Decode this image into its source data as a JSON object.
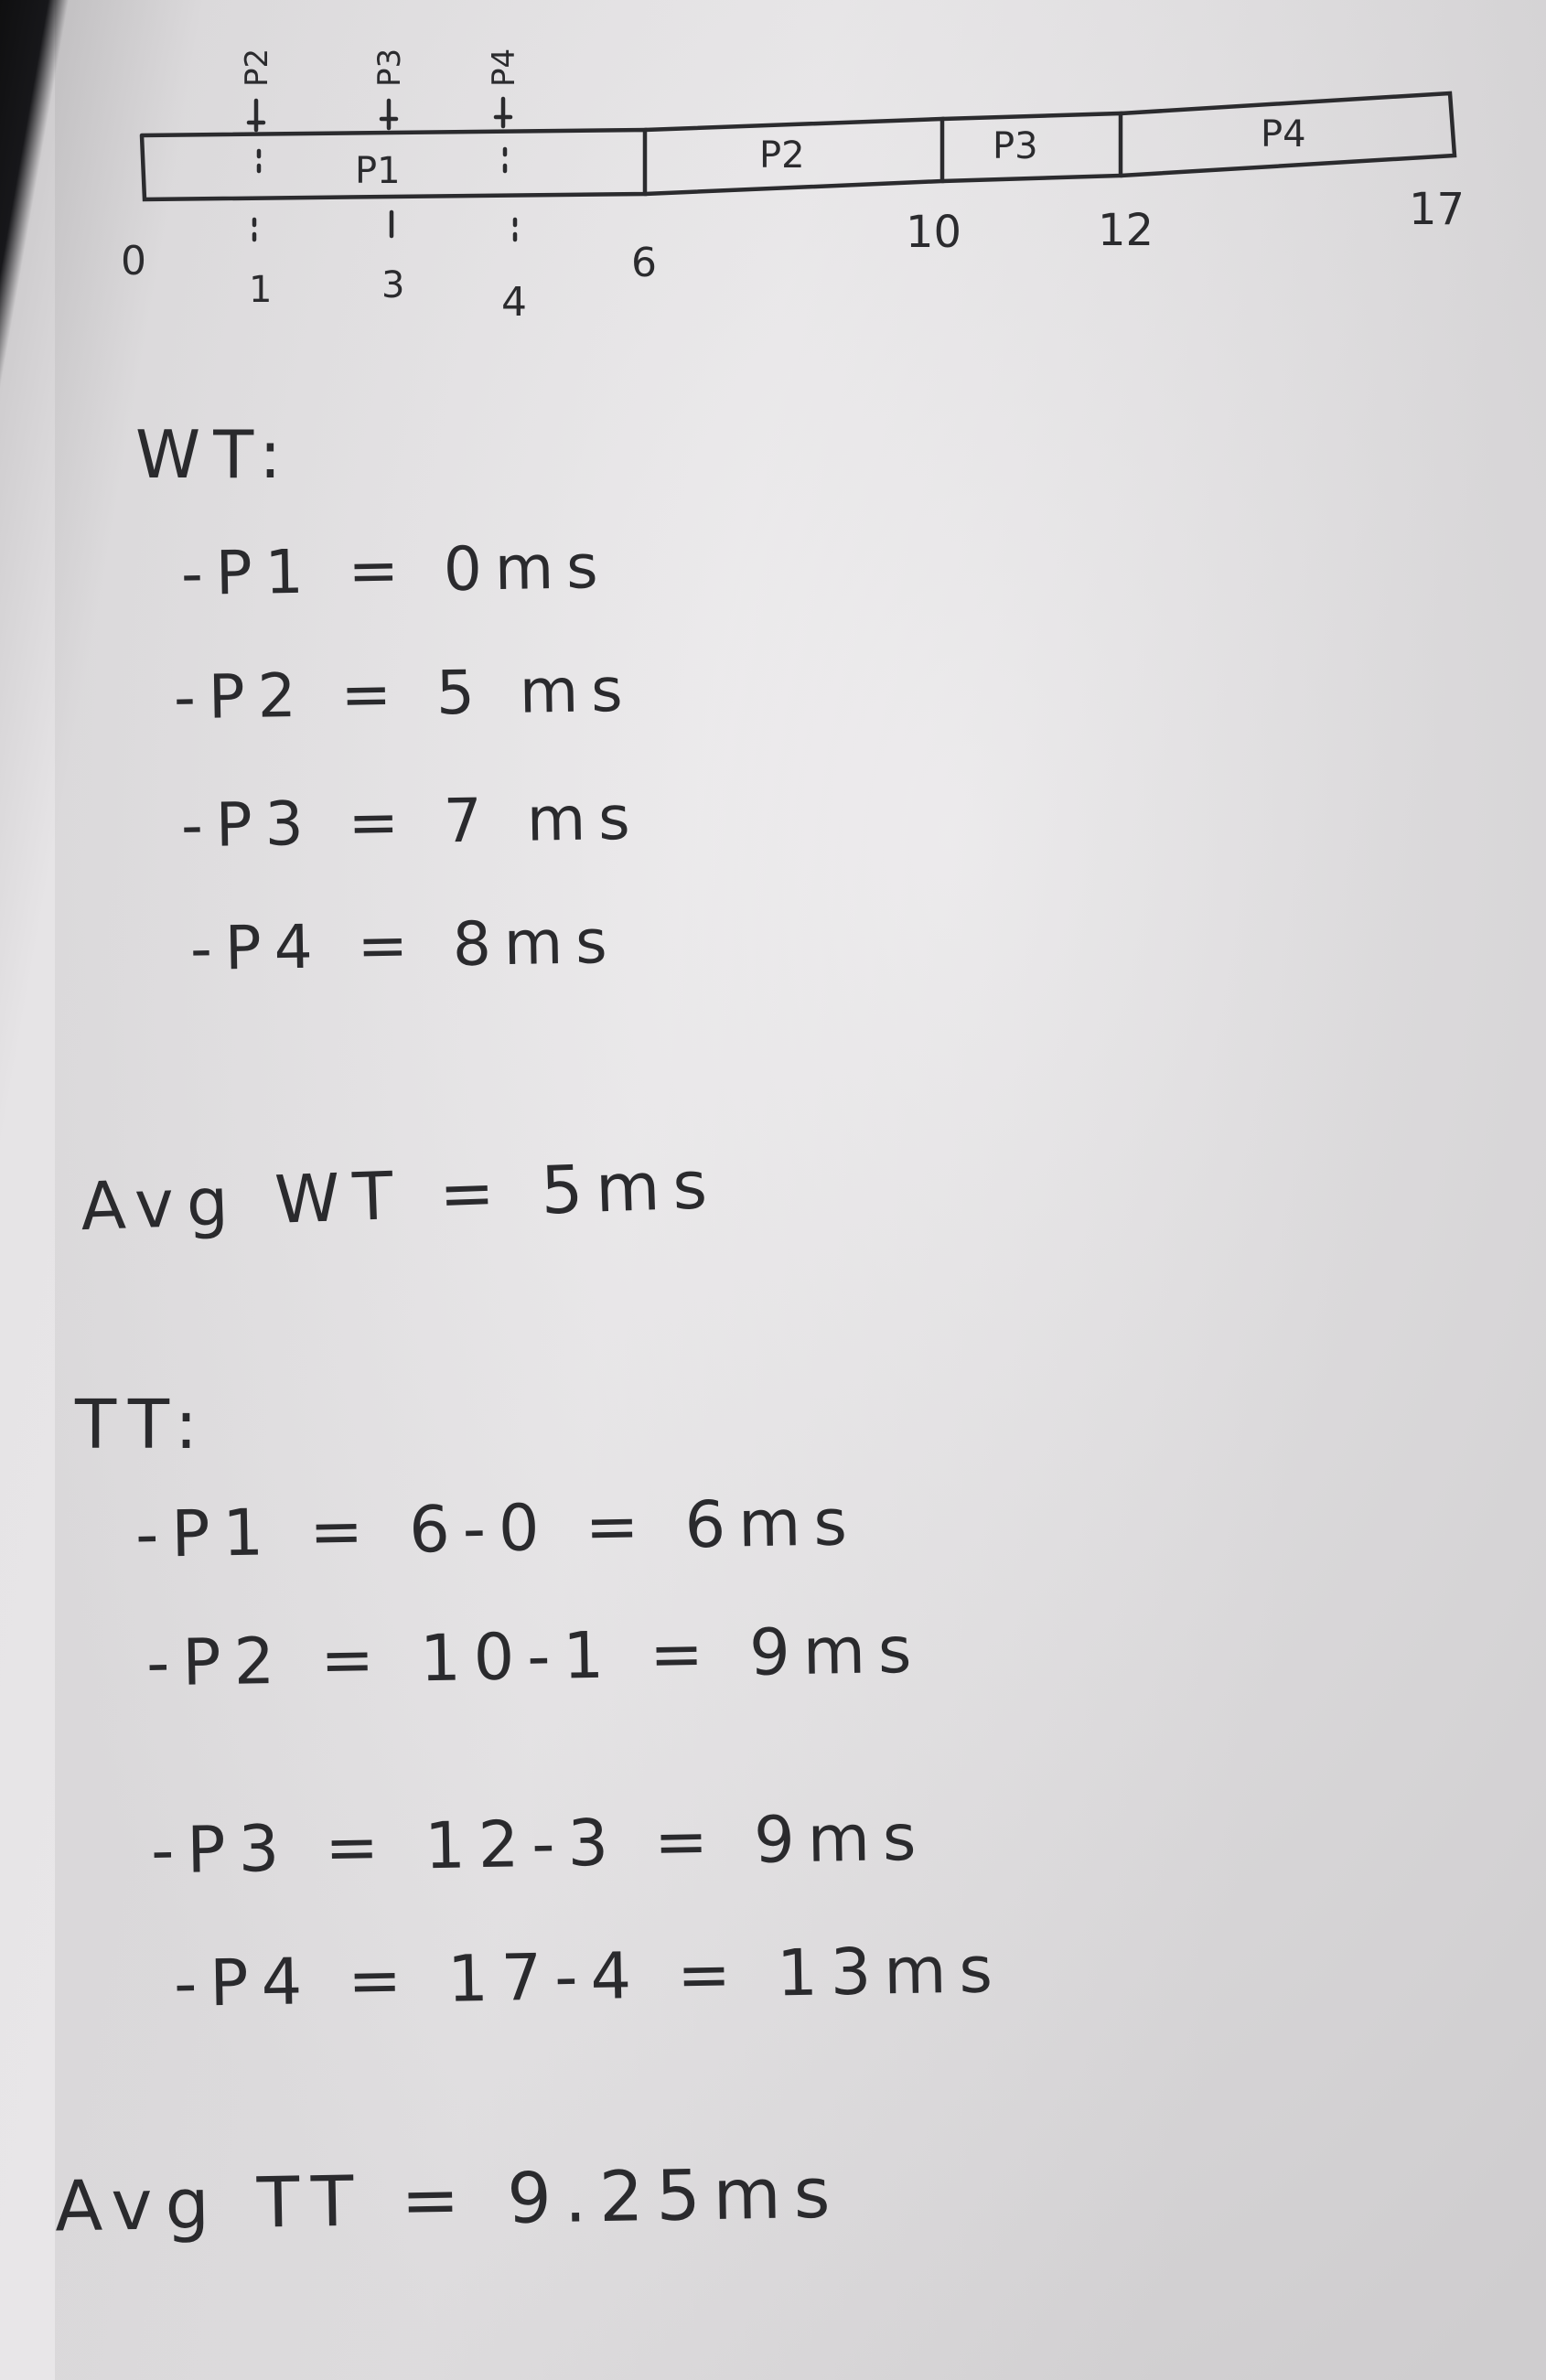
{
  "gantt": {
    "arrival_labels": [
      "P2",
      "P3",
      "P4"
    ],
    "blocks": [
      {
        "label": "P1",
        "start": 0,
        "end": 6
      },
      {
        "label": "P2",
        "start": 6,
        "end": 10
      },
      {
        "label": "P3",
        "start": 10,
        "end": 12
      },
      {
        "label": "P4",
        "start": 12,
        "end": 17
      }
    ],
    "ticks": [
      "0",
      "1",
      "3",
      "4",
      "6",
      "10",
      "12",
      "17"
    ]
  },
  "wt": {
    "heading": "WT:",
    "lines": [
      "-P1 = 0ms",
      "-P2 = 5 ms",
      "-P3 = 7 ms",
      "-P4 = 8ms"
    ],
    "avg": "Avg WT = 5ms"
  },
  "tt": {
    "heading": "TT:",
    "lines": [
      "-P1 = 6-0 = 6ms",
      "-P2 = 10-1 = 9ms",
      "-P3 = 12-3 = 9ms",
      "-P4 = 17-4 = 13ms"
    ],
    "avg": "Avg TT = 9.25ms"
  }
}
